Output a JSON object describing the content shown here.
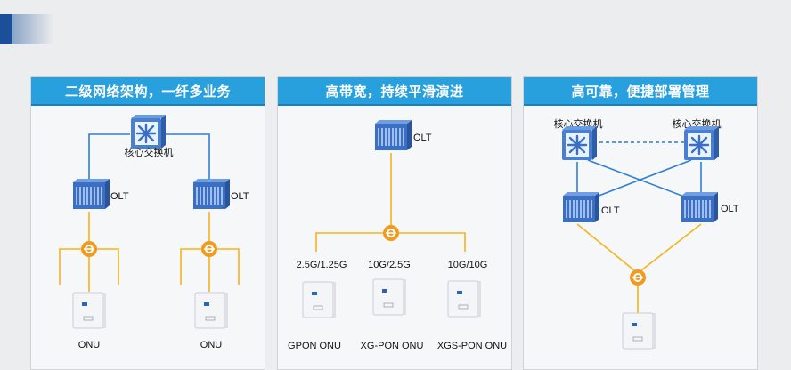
{
  "panels": [
    {
      "title": "二级网络架构，一纤多业务"
    },
    {
      "title": "高带宽，持续平滑演进"
    },
    {
      "title": "高可靠，便捷部署管理"
    }
  ],
  "labels": {
    "core_switch": "核心交换机",
    "olt": "OLT",
    "onu": "ONU",
    "rate_gpon": "2.5G/1.25G",
    "rate_xgpon": "10G/2.5G",
    "rate_xgspon": "10G/10G",
    "gpon_onu": "GPON ONU",
    "xgpon_onu": "XG-PON ONU",
    "xgspon_onu": "XGS-PON ONU"
  },
  "colors": {
    "header_blue": "#29a0de",
    "link_blue": "#2f7fd1",
    "fiber_yellow": "#f2b51b",
    "splitter_orange": "#f29a1e",
    "device_blue": "#3a6fc4"
  },
  "icons": [
    "core-switch-icon",
    "olt-icon",
    "splitter-icon",
    "onu-icon"
  ]
}
